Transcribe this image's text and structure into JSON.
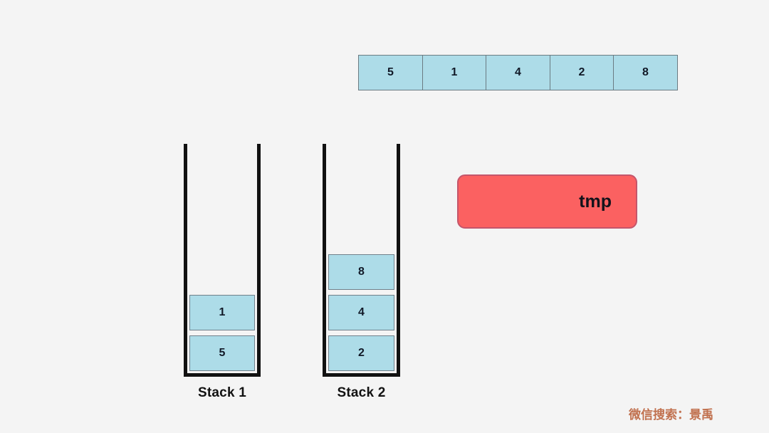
{
  "background_color": "#f4f4f4",
  "array": {
    "name": "input-array",
    "cells": [
      {
        "value": "5"
      },
      {
        "value": "1"
      },
      {
        "value": "4"
      },
      {
        "value": "2"
      },
      {
        "value": "8"
      }
    ],
    "fill_color": "#addce8",
    "border_color": "#6b7b82"
  },
  "stacks": [
    {
      "id": "stack1",
      "label": "Stack 1",
      "blocks": [
        {
          "value": "5"
        },
        {
          "value": "1"
        }
      ]
    },
    {
      "id": "stack2",
      "label": "Stack 2",
      "blocks": [
        {
          "value": "2"
        },
        {
          "value": "4"
        },
        {
          "value": "8"
        }
      ]
    }
  ],
  "tmp": {
    "label": "tmp",
    "fill_color": "#fb6161",
    "border_color": "#c4566b"
  },
  "watermark": {
    "text": "微信搜索：景禹",
    "color": "#c1714f"
  }
}
